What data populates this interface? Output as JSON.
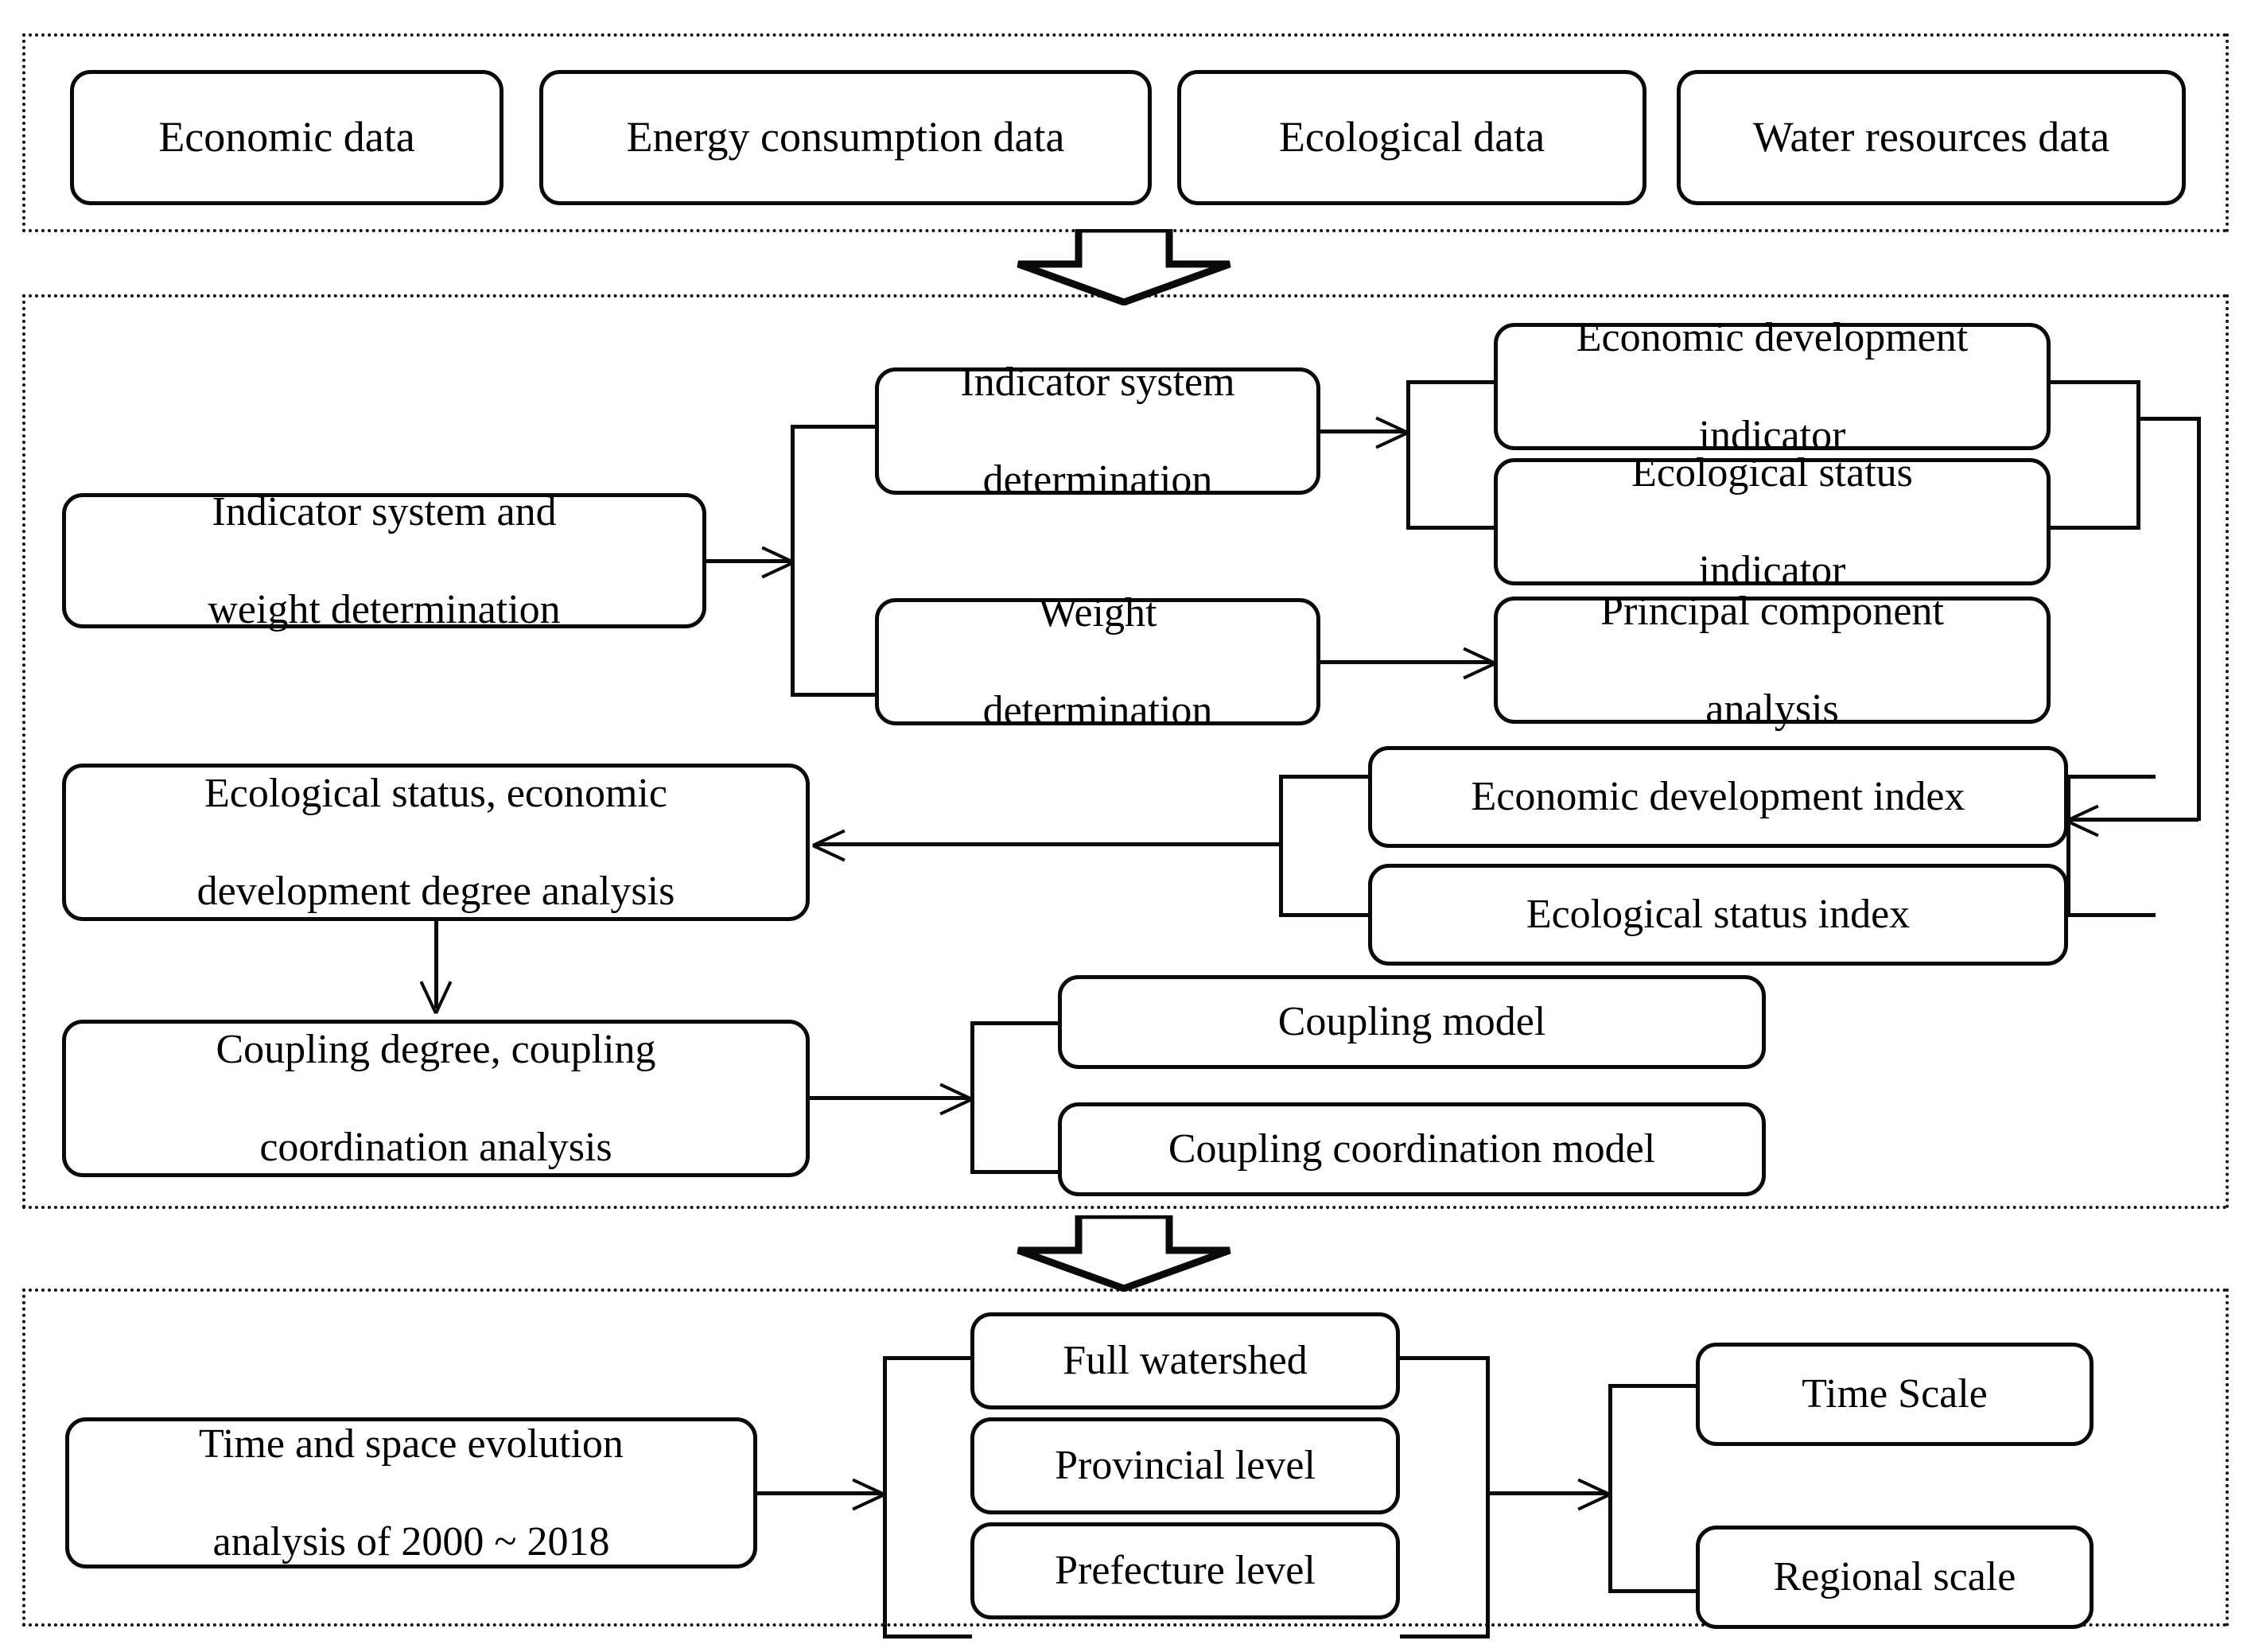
{
  "diagram": {
    "title": "Research framework flowchart",
    "sections": [
      {
        "id": "data-sources",
        "nodes": [
          {
            "label": "Economic data"
          },
          {
            "label": "Energy consumption data"
          },
          {
            "label": "Ecological data"
          },
          {
            "label": "Water resources data"
          }
        ]
      },
      {
        "id": "methodology",
        "nodes": [
          {
            "label": "Indicator system and weight determination"
          },
          {
            "label": "Indicator system determination"
          },
          {
            "label": "Weight determination"
          },
          {
            "label": "Economic development indicator"
          },
          {
            "label": "Ecological status indicator"
          },
          {
            "label": "Principal component analysis"
          },
          {
            "label": "Economic development index"
          },
          {
            "label": "Ecological status index"
          },
          {
            "label": "Ecological status, economic development degree analysis"
          },
          {
            "label": "Coupling degree, coupling coordination analysis"
          },
          {
            "label": "Coupling model"
          },
          {
            "label": "Coupling coordination model"
          }
        ]
      },
      {
        "id": "evolution",
        "nodes": [
          {
            "label": "Time and space evolution analysis of 2000 ~ 2018"
          },
          {
            "label": "Full watershed"
          },
          {
            "label": "Provincial level"
          },
          {
            "label": "Prefecture level"
          },
          {
            "label": "Time Scale"
          },
          {
            "label": "Regional scale"
          }
        ]
      }
    ],
    "node_text": {
      "economic_data": "Economic data",
      "energy_consumption_data": "Energy consumption data",
      "ecological_data": "Ecological data",
      "water_resources_data": "Water resources data",
      "indicator_system_and_weight_line1": "Indicator system and",
      "indicator_system_and_weight_line2": "weight determination",
      "indicator_system_determination_line1": "Indicator system",
      "indicator_system_determination_line2": "determination",
      "weight_determination_line1": "Weight",
      "weight_determination_line2": "determination",
      "economic_development_indicator_line1": "Economic development",
      "economic_development_indicator_line2": "indicator",
      "ecological_status_indicator_line1": "Ecological status",
      "ecological_status_indicator_line2": "indicator",
      "principal_component_analysis_line1": "Principal component",
      "principal_component_analysis_line2": "analysis",
      "economic_development_index": "Economic development index",
      "ecological_status_index": "Ecological status index",
      "ecological_economic_degree_line1": "Ecological status, economic",
      "ecological_economic_degree_line2": "development degree analysis",
      "coupling_degree_analysis_line1": "Coupling degree, coupling",
      "coupling_degree_analysis_line2": "coordination analysis",
      "coupling_model": "Coupling model",
      "coupling_coordination_model": "Coupling coordination model",
      "time_space_evolution_line1": "Time and space evolution",
      "time_space_evolution_line2": "analysis of 2000 ~ 2018",
      "full_watershed": "Full watershed",
      "provincial_level": "Provincial level",
      "prefecture_level": "Prefecture level",
      "time_scale": "Time Scale",
      "regional_scale": "Regional scale"
    },
    "colors": {
      "stroke": "#0a0a0a",
      "background": "#ffffff",
      "section_border": "#111111"
    }
  }
}
